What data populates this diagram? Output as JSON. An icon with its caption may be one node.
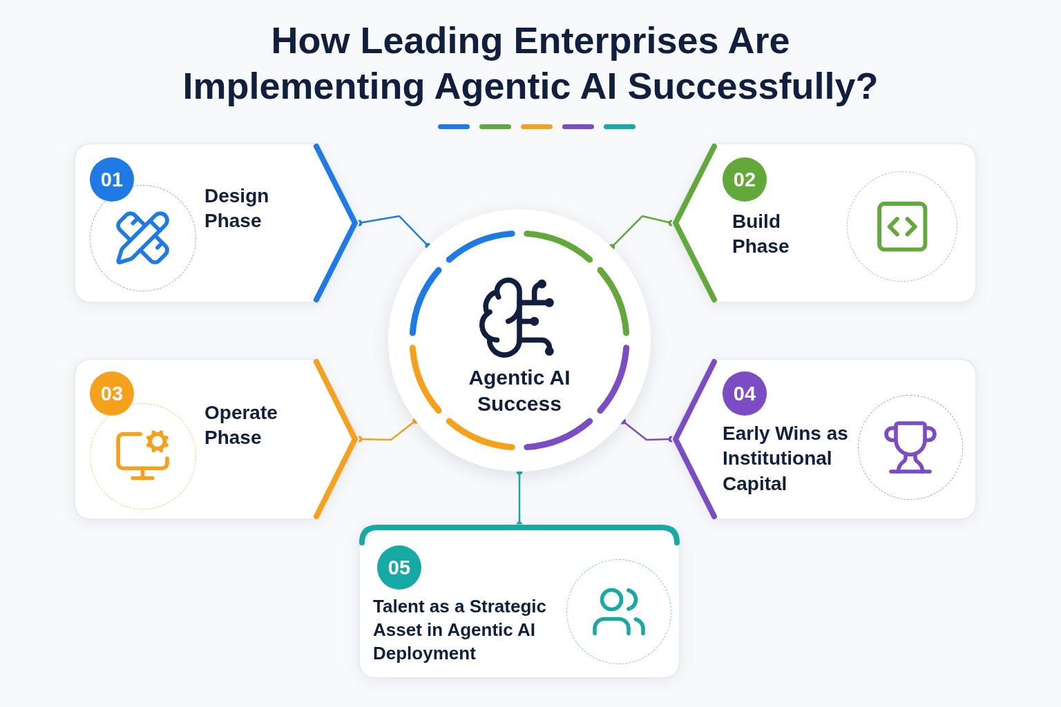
{
  "diagram": {
    "title": "How Leading Enterprises Are Implementing Agentic AI Successfully?",
    "nodes": [
      {
        "text": [
          "Agentic AI Success"
        ]
      },
      {
        "text": [
          "01",
          "Design Phase"
        ]
      },
      {
        "text": [
          "02",
          "Build Phase"
        ]
      },
      {
        "text": [
          "03",
          "Operate Phase"
        ]
      },
      {
        "text": [
          "04",
          "Early Wins as Institutional Capital"
        ]
      },
      {
        "text": [
          "05",
          "Talent as a Strategic Asset in Agentic AI Deployment"
        ]
      }
    ],
    "edges": [
      {
        "from": 1,
        "to": 0,
        "arrow": "other",
        "color": "#1e7be6"
      },
      {
        "from": 2,
        "to": 0,
        "arrow": "other",
        "color": "#62a83a"
      },
      {
        "from": 3,
        "to": 0,
        "arrow": "other",
        "color": "#f5a11c"
      },
      {
        "from": 4,
        "to": 0,
        "arrow": "other",
        "color": "#7b4cc4"
      },
      {
        "from": 5,
        "to": 0,
        "arrow": "other",
        "color": "#17aaa5"
      }
    ]
  }
}
